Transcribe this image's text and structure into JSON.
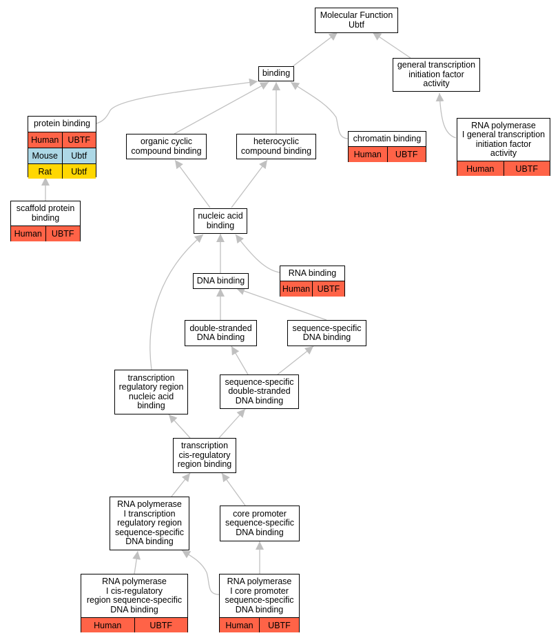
{
  "nodes": {
    "mf": {
      "label": "Molecular Function\nUbtf"
    },
    "binding": {
      "label": "binding"
    },
    "gtifa": {
      "label": "general transcription\ninitiation factor\nactivity"
    },
    "protein_binding": {
      "label": "protein binding",
      "rows": [
        [
          "Human",
          "UBTF"
        ],
        [
          "Mouse",
          "Ubtf"
        ],
        [
          "Rat",
          "Ubtf"
        ]
      ]
    },
    "organic_cyclic": {
      "label": "organic cyclic\ncompound binding"
    },
    "heterocyclic": {
      "label": "heterocyclic\ncompound binding"
    },
    "chromatin": {
      "label": "chromatin binding",
      "rows": [
        [
          "Human",
          "UBTF"
        ]
      ]
    },
    "rnapol_gtifa": {
      "label": "RNA polymerase\nI general transcription\ninitiation factor\nactivity",
      "rows": [
        [
          "Human",
          "UBTF"
        ]
      ]
    },
    "scaffold": {
      "label": "scaffold protein\nbinding",
      "rows": [
        [
          "Human",
          "UBTF"
        ]
      ]
    },
    "nucleic_acid": {
      "label": "nucleic acid\nbinding"
    },
    "dna_binding": {
      "label": "DNA binding"
    },
    "rna_binding": {
      "label": "RNA binding",
      "rows": [
        [
          "Human",
          "UBTF"
        ]
      ]
    },
    "ds_dna": {
      "label": "double-stranded\nDNA binding"
    },
    "ss_dna": {
      "label": "sequence-specific\nDNA binding"
    },
    "trr_nab": {
      "label": "transcription\nregulatory region\nnucleic acid\nbinding"
    },
    "ssds_dna": {
      "label": "sequence-specific\ndouble-stranded\nDNA binding"
    },
    "tcr": {
      "label": "transcription\ncis-regulatory\nregion binding"
    },
    "rnapol_trr": {
      "label": "RNA polymerase\nI transcription\nregulatory region\nsequence-specific\nDNA binding"
    },
    "core_promoter": {
      "label": "core promoter\nsequence-specific\nDNA binding"
    },
    "rnapol_cis": {
      "label": "RNA polymerase\nI cis-regulatory\nregion sequence-specific\nDNA binding",
      "rows": [
        [
          "Human",
          "UBTF"
        ]
      ]
    },
    "rnapol_core": {
      "label": "RNA polymerase\nI core promoter\nsequence-specific\nDNA binding",
      "rows": [
        [
          "Human",
          "UBTF"
        ]
      ]
    }
  },
  "colors": {
    "Human": "#ff6347",
    "Mouse": "#add8e6",
    "Rat": "#ffd700",
    "edge": "#c0c0c0"
  }
}
